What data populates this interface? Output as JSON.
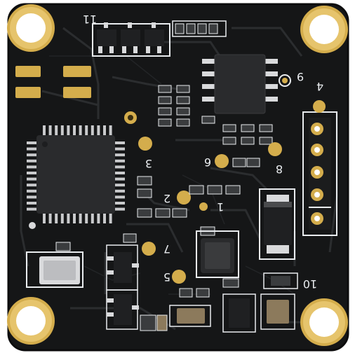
{
  "image": {
    "subject": "PCB",
    "colors": {
      "board": "#151617",
      "trace": "#2b2d2f",
      "silkscreen": "#e9ecef",
      "gold": "#d4ad4c",
      "gold_light": "#f1d98f",
      "ic": "#2a2b2d",
      "component_dark": "#1f2022",
      "capacitor": "#8c7a5c",
      "crystal_metal": "#d9dadc"
    }
  },
  "silkscreen_labels": {
    "l11": "11",
    "l9": "9",
    "l3": "3",
    "l6": "6",
    "l8": "8",
    "l2": "2",
    "l1": "1",
    "l7": "7",
    "l5": "5",
    "l10": "10",
    "l4": "4"
  }
}
